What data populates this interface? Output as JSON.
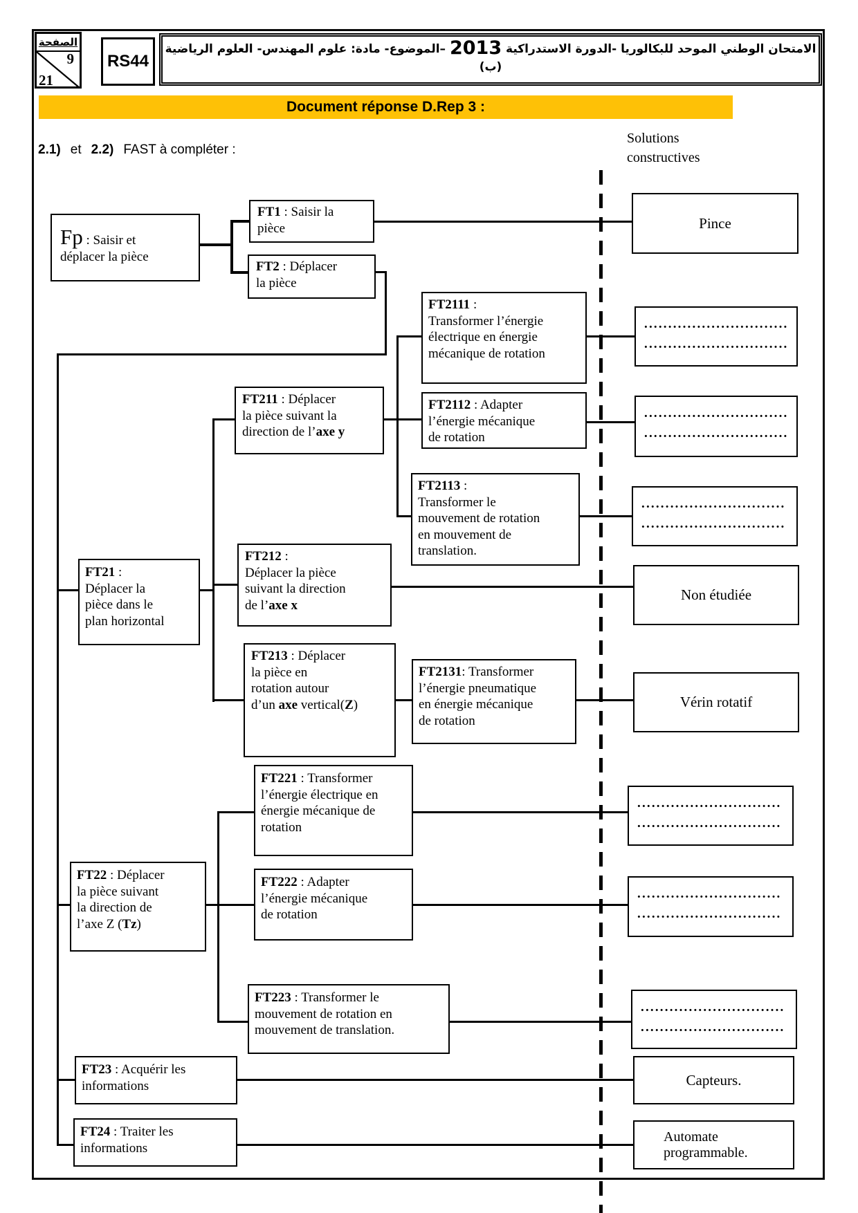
{
  "header": {
    "page_label": "الصفحة",
    "page_number": "9",
    "page_total": "21",
    "code": "RS44",
    "title_ar_pre": "الامتحان الوطني الموحد للبكالوريا -الدورة الاستدراكية ",
    "title_year": "2013",
    "title_ar_post": " –الموضوع- مادة: علوم المهندس- العلوم الرياضية",
    "title_line2": "(ب)"
  },
  "banner": {
    "title": "Document réponse D.Rep 3 :"
  },
  "intro": {
    "q1": "2.1)",
    "and": "et",
    "q2": "2.2)",
    "label": "FAST à compléter :"
  },
  "solutions_header": "Solutions\nconstructives",
  "diagram": {
    "dots": "..............................",
    "nodes": {
      "fp": [
        {
          "t": "Fp",
          "s": "big"
        },
        {
          "t": " : Saisir et\ndéplacer la pièce"
        }
      ],
      "ft1": [
        {
          "t": "FT1",
          "s": "bold"
        },
        {
          "t": " : Saisir la\npièce"
        }
      ],
      "ft2": [
        {
          "t": "FT2",
          "s": "bold"
        },
        {
          "t": " : Déplacer\nla pièce"
        }
      ],
      "ft21": [
        {
          "t": "FT21",
          "s": "bold"
        },
        {
          "t": " :\n Déplacer la\npièce dans le\nplan horizontal"
        }
      ],
      "ft211": [
        {
          "t": "FT211",
          "s": "bold"
        },
        {
          "t": " : Déplacer\nla pièce  suivant la\ndirection de l’"
        },
        {
          "t": "axe y",
          "s": "bold"
        }
      ],
      "ft212": [
        {
          "t": "FT212",
          "s": "bold"
        },
        {
          "t": " :\nDéplacer la pièce\nsuivant la direction\nde l’"
        },
        {
          "t": "axe x",
          "s": "bold"
        }
      ],
      "ft213": [
        {
          "t": "FT213",
          "s": "bold"
        },
        {
          "t": " : Déplacer\n la pièce en\n rotation autour\nd’un "
        },
        {
          "t": "axe",
          "s": "bold"
        },
        {
          "t": " vertical("
        },
        {
          "t": "Z",
          "s": "bold"
        },
        {
          "t": ")"
        }
      ],
      "ft2111": [
        {
          "t": "FT2111",
          "s": "bold"
        },
        {
          "t": " :\nTransformer l’énergie\nélectrique en  énergie\nmécanique de rotation"
        }
      ],
      "ft2112": [
        {
          "t": "FT2112",
          "s": "bold"
        },
        {
          "t": " : Adapter\n l’énergie mécanique\n de rotation"
        }
      ],
      "ft2113": [
        {
          "t": "FT2113",
          "s": "bold"
        },
        {
          "t": " :\n Transformer le\nmouvement de rotation\nen mouvement de\ntranslation."
        }
      ],
      "ft2131": [
        {
          "t": "FT2131",
          "s": "bold"
        },
        {
          "t": ": Transformer\nl’énergie pneumatique\nen énergie mécanique\nde rotation"
        }
      ],
      "ft22": [
        {
          "t": "FT22",
          "s": "bold"
        },
        {
          "t": " : Déplacer\n la pièce suivant\nla direction de\nl’axe Z ("
        },
        {
          "t": "Tz",
          "s": "bold"
        },
        {
          "t": ")"
        }
      ],
      "ft221": [
        {
          "t": "FT221",
          "s": "bold"
        },
        {
          "t": " : Transformer\nl’énergie électrique en\nénergie mécanique de\n rotation"
        }
      ],
      "ft222": [
        {
          "t": "FT222",
          "s": "bold"
        },
        {
          "t": " : Adapter\n l’énergie mécanique\nde rotation"
        }
      ],
      "ft223": [
        {
          "t": "FT223",
          "s": "bold"
        },
        {
          "t": " : Transformer le\n mouvement de rotation en\n mouvement de translation."
        }
      ],
      "ft23": [
        {
          "t": "FT23",
          "s": "bold"
        },
        {
          "t": " : Acquérir les\n informations"
        }
      ],
      "ft24": [
        {
          "t": "FT24",
          "s": "bold"
        },
        {
          "t": " : Traiter les\n informations"
        }
      ]
    },
    "solutions": {
      "pince": "Pince",
      "non_etudiee": "Non étudiée",
      "verin": "Vérin rotatif",
      "capteurs": "Capteurs.",
      "automate": "Automate\n programmable."
    }
  }
}
